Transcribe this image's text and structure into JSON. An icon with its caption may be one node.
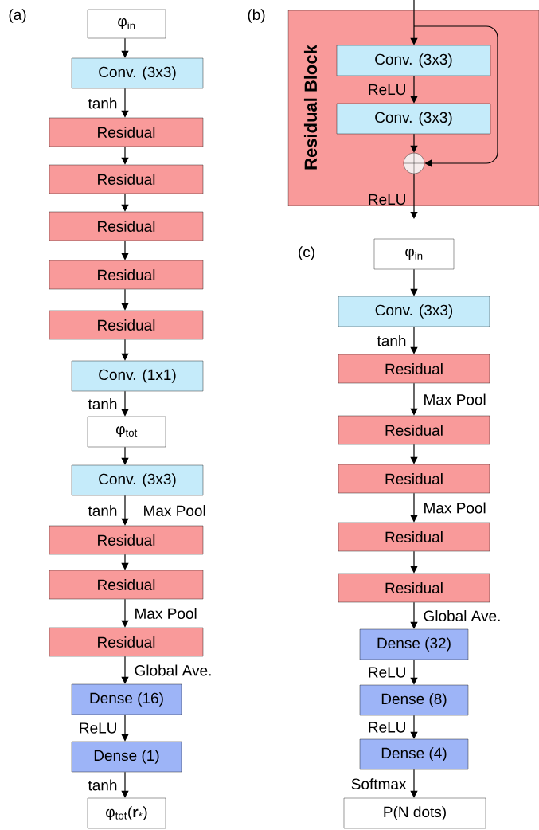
{
  "diagram": {
    "nodes": [
      {
        "text": [
          "φ$_{in}$"
        ]
      },
      {
        "text": [
          "Conv. (3x3)"
        ]
      },
      {
        "text": [
          "Residual"
        ]
      },
      {
        "text": [
          "Residual"
        ]
      },
      {
        "text": [
          "Residual"
        ]
      },
      {
        "text": [
          "Residual"
        ]
      },
      {
        "text": [
          "Residual"
        ]
      },
      {
        "text": [
          "Conv. (1x1)"
        ]
      },
      {
        "text": [
          "φ$_{tot}$"
        ]
      },
      {
        "text": [
          "Conv. (3x3)"
        ]
      },
      {
        "text": [
          "Residual"
        ]
      },
      {
        "text": [
          "Residual"
        ]
      },
      {
        "text": [
          "Residual"
        ]
      },
      {
        "text": [
          "Dense (16)"
        ]
      },
      {
        "text": [
          "Dense (1)"
        ]
      },
      {
        "text": [
          "φ$_{tot}$(**r**$_{*}$)"
        ]
      },
      {
        "text": [
          "Residual Block"
        ]
      },
      {
        "text": [
          "Conv. (3x3)"
        ],
        "in": 16
      },
      {
        "text": [
          "Conv. (3x3)"
        ],
        "in": 16
      },
      {
        "text": [],
        "shape": "circle",
        "in": 16
      },
      {
        "text": [
          "φ$_{in}$"
        ]
      },
      {
        "text": [
          "Conv. (3x3)"
        ]
      },
      {
        "text": [
          "Residual"
        ]
      },
      {
        "text": [
          "Residual"
        ]
      },
      {
        "text": [
          "Residual"
        ]
      },
      {
        "text": [
          "Residual"
        ]
      },
      {
        "text": [
          "Residual"
        ]
      },
      {
        "text": [
          "Dense (32)"
        ]
      },
      {
        "text": [
          "Dense (8)"
        ]
      },
      {
        "text": [
          "Dense (4)"
        ]
      },
      {
        "text": [
          "P(N dots)"
        ]
      }
    ],
    "edges": [
      {
        "from": 0,
        "to": 1,
        "arrow": "to"
      },
      {
        "from": 1,
        "to": 2,
        "arrow": "to",
        "label": "tanh"
      },
      {
        "from": 2,
        "to": 3,
        "arrow": "to"
      },
      {
        "from": 3,
        "to": 4,
        "arrow": "to"
      },
      {
        "from": 4,
        "to": 5,
        "arrow": "to"
      },
      {
        "from": 5,
        "to": 6,
        "arrow": "to"
      },
      {
        "from": 6,
        "to": 7,
        "arrow": "to"
      },
      {
        "from": 7,
        "to": 8,
        "arrow": "to",
        "label": "tanh"
      },
      {
        "from": 8,
        "to": 9,
        "arrow": "to"
      },
      {
        "from": 9,
        "to": 10,
        "arrow": "to",
        "label": "tanh"
      },
      {
        "from": 10,
        "to": 11,
        "arrow": "to"
      },
      {
        "from": 11,
        "to": 12,
        "arrow": "to",
        "label": "Max Pool"
      },
      {
        "from": 12,
        "to": 13,
        "arrow": "to",
        "label": "Global Ave."
      },
      {
        "from": 13,
        "to": 14,
        "arrow": "to",
        "label": "ReLU"
      },
      {
        "from": 14,
        "to": 15,
        "arrow": "to",
        "label": "tanh"
      },
      {
        "from": null,
        "to": 17,
        "arrow": "to"
      },
      {
        "from": null,
        "to": 19,
        "arrow": "to"
      },
      {
        "from": 17,
        "to": 18,
        "arrow": "to",
        "label": "ReLU"
      },
      {
        "from": 18,
        "to": 19,
        "arrow": "to"
      },
      {
        "from": 19,
        "to": null,
        "arrow": "to",
        "label": "ReLU"
      },
      {
        "from": 20,
        "to": 21,
        "arrow": "to"
      },
      {
        "from": 21,
        "to": 22,
        "arrow": "to",
        "label": "tanh"
      },
      {
        "from": 22,
        "to": 23,
        "arrow": "to",
        "label": "Max Pool"
      },
      {
        "from": 23,
        "to": 24,
        "arrow": "to"
      },
      {
        "from": 24,
        "to": 25,
        "arrow": "to",
        "label": "Max Pool"
      },
      {
        "from": 25,
        "to": 26,
        "arrow": "to"
      },
      {
        "from": 26,
        "to": 27,
        "arrow": "to",
        "label": "Global Ave."
      },
      {
        "from": 27,
        "to": 28,
        "arrow": "to",
        "label": "ReLU"
      },
      {
        "from": 28,
        "to": 29,
        "arrow": "to",
        "label": "ReLU"
      },
      {
        "from": 29,
        "to": 30,
        "arrow": "to",
        "label": "Softmax"
      }
    ],
    "labels": [
      "(a)",
      "(b)",
      "(c)",
      "Max Pool"
    ]
  }
}
